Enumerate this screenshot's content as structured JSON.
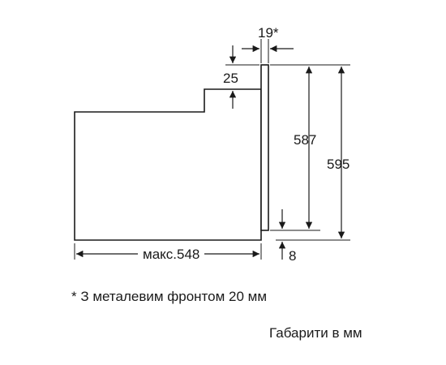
{
  "dimensions": {
    "front_thickness": "19*",
    "top_step": "25",
    "inner_height": "587",
    "total_height": "595",
    "bottom_gap": "8",
    "max_depth": "макс.548"
  },
  "notes": {
    "footnote": "* З металевим фронтом 20 мм",
    "units": "Габарити в мм"
  }
}
